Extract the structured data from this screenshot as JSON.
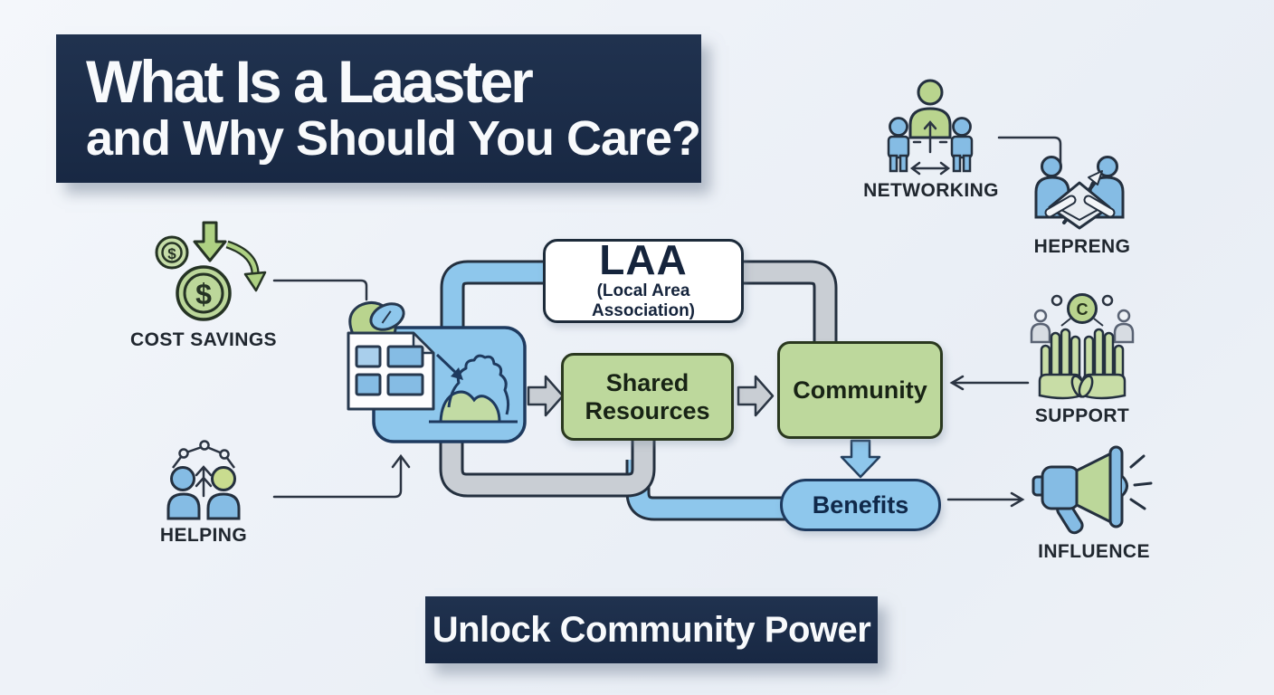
{
  "title": {
    "line1": "What Is a Laaster",
    "line2": "and Why Should You Care?"
  },
  "banner_footer": {
    "label": "Unlock Community Power"
  },
  "flow": {
    "laa": {
      "abbr": "LAA",
      "full_name": "(Local Area Association)"
    },
    "shared_resources": {
      "label": "Shared Resources"
    },
    "community": {
      "label": "Community"
    },
    "benefits": {
      "label": "Benefits"
    }
  },
  "side_items": {
    "cost_savings": {
      "label": "COST SAVINGS",
      "icon": "coins-down-arrow-icon"
    },
    "helping": {
      "label": "HELPING",
      "icon": "two-people-network-icon"
    },
    "networking": {
      "label": "NETWORKING",
      "icon": "three-people-exchange-icon"
    },
    "hepreng": {
      "label": "HEPRENG",
      "icon": "two-people-holding-envelope-icon"
    },
    "support": {
      "label": "SUPPORT",
      "icon": "raised-hands-icon"
    },
    "influence": {
      "label": "INFLUENCE",
      "icon": "megaphone-icon"
    }
  },
  "glyphs": {
    "dollar_small": "$",
    "dollar_big": "$",
    "support_letter": "C"
  },
  "colors": {
    "navy": "#1b2c47",
    "green_fill": "#bdd89c",
    "blue_fill": "#8ec7ec",
    "pipe_gray": "#c9ced4",
    "background": "#edf1f7"
  }
}
